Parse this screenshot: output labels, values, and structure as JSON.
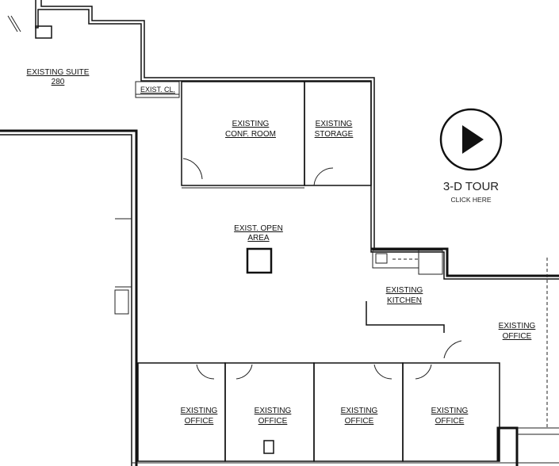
{
  "rooms": {
    "existing_suite": [
      "EXISTING SUITE",
      "280"
    ],
    "exist_cl": "EXIST. CL.",
    "conf_room": [
      "EXISTING",
      "CONF. ROOM"
    ],
    "storage": [
      "EXISTING",
      "STORAGE"
    ],
    "open_area": [
      "EXIST. OPEN",
      "AREA"
    ],
    "kitchen": [
      "EXISTING",
      "KITCHEN"
    ],
    "office_right": [
      "EXISTING",
      "OFFICE"
    ],
    "office_1": [
      "EXISTING",
      "OFFICE"
    ],
    "office_2": [
      "EXISTING",
      "OFFICE"
    ],
    "office_3": [
      "EXISTING",
      "OFFICE"
    ],
    "office_4": [
      "EXISTING",
      "OFFICE"
    ]
  },
  "tour": {
    "title": "3-D TOUR",
    "subtitle": "CLICK HERE",
    "icon": "play-icon"
  }
}
